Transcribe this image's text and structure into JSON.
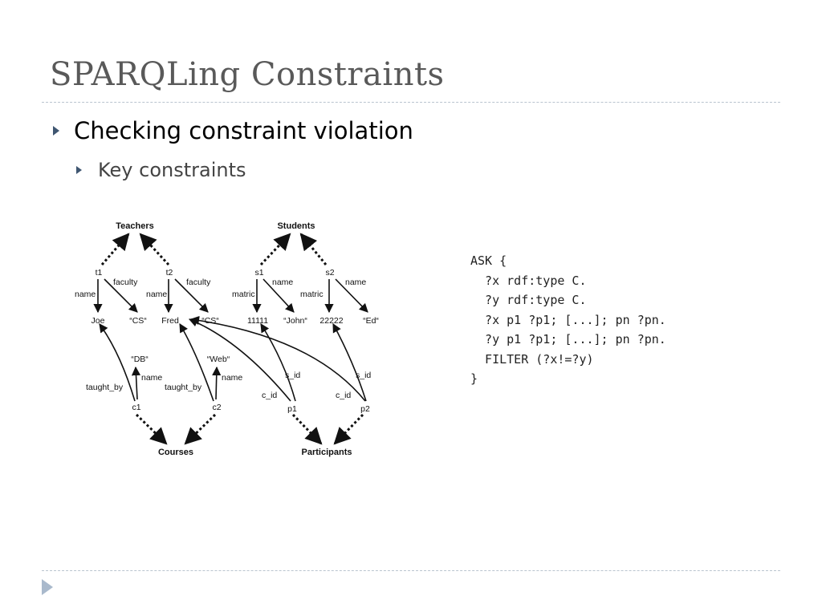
{
  "slide": {
    "title": "SPARQLing Constraints",
    "bullets": [
      {
        "text": "Checking constraint violation"
      },
      {
        "text": "Key constraints"
      }
    ]
  },
  "diagram": {
    "classes": {
      "teachers": "Teachers",
      "students": "Students",
      "courses": "Courses",
      "participants": "Participants"
    },
    "nodes": {
      "t1": "t1",
      "t2": "t2",
      "s1": "s1",
      "s2": "s2",
      "c1": "c1",
      "c2": "c2",
      "p1": "p1",
      "p2": "p2"
    },
    "literals": {
      "joe": "Joe",
      "cs1": "“CS“",
      "fred": "Fred",
      "cs2": "“CS“",
      "n11111": "11111",
      "john": "“John“",
      "n22222": "22222",
      "ed": "“Ed“",
      "db": "“DB“",
      "web": "“Web“"
    },
    "edge_labels": {
      "name": "name",
      "faculty": "faculty",
      "matric": "matric",
      "taught_by": "taught_by",
      "s_id": "s_id",
      "c_id": "c_id"
    }
  },
  "query": {
    "lines": [
      "ASK {",
      "  ?x rdf:type C.",
      "  ?y rdf:type C.",
      "  ?x p1 ?p1; [...]; pn ?pn.",
      "  ?y p1 ?p1; [...]; pn ?pn.",
      "  FILTER (?x!=?y)",
      "}"
    ]
  },
  "colors": {
    "title": "#595959",
    "bullet_marker": "#3f5671",
    "rule": "#b9c4cf",
    "nav_icon": "#a9b9cc"
  }
}
